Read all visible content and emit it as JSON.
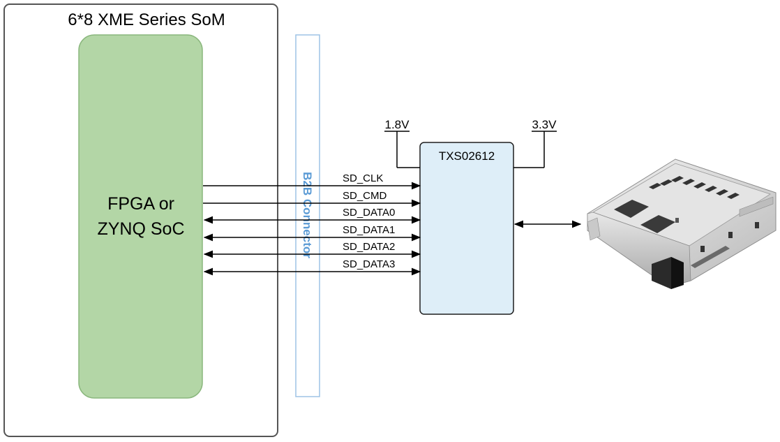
{
  "som": {
    "title": "6*8 XME Series SoM"
  },
  "fpga": {
    "line1": "FPGA or",
    "line2": "ZYNQ SoC"
  },
  "connector": {
    "label": "B2B Connector"
  },
  "chip": {
    "label": "TXS02612"
  },
  "power": {
    "left": "1.8V",
    "right": "3.3V"
  },
  "signals": [
    {
      "name": "SD_CLK",
      "direction": "out"
    },
    {
      "name": "SD_CMD",
      "direction": "out"
    },
    {
      "name": "SD_DATA0",
      "direction": "bidir"
    },
    {
      "name": "SD_DATA1",
      "direction": "bidir"
    },
    {
      "name": "SD_DATA2",
      "direction": "bidir"
    },
    {
      "name": "SD_DATA3",
      "direction": "bidir"
    }
  ],
  "colors": {
    "fpga_fill": "#b3d6a6",
    "fpga_stroke": "#8ab77d",
    "connector_stroke": "#9ec3e6",
    "connector_text": "#5b9bd5",
    "chip_fill": "#deeef8",
    "chip_stroke": "#1f1f1f",
    "line": "#000000"
  },
  "icons": {
    "sd_card_socket": "sd-card-socket-icon"
  }
}
